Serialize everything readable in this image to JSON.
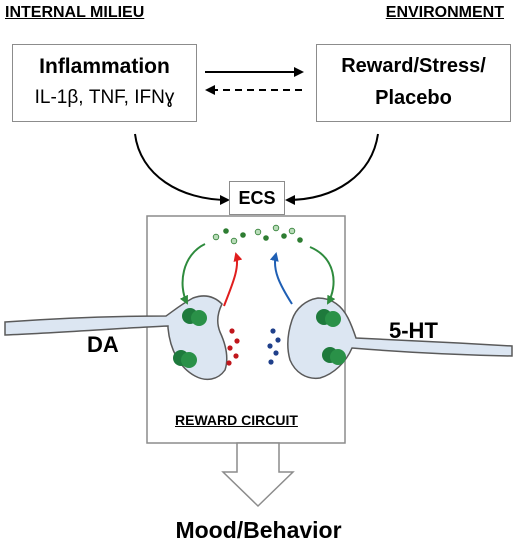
{
  "headers": {
    "left": "INTERNAL MILIEU",
    "right": "ENVIRONMENT"
  },
  "inflammation_box": {
    "title": "Inflammation",
    "subtitle": "IL-1β, TNF, IFNɣ"
  },
  "environment_box": {
    "line1": "Reward/Stress/",
    "line2": "Placebo"
  },
  "ecs_box": {
    "label": "ECS"
  },
  "neurons": {
    "left_label": "DA",
    "right_label": "5-HT"
  },
  "circuit": {
    "label": "REWARD CIRCUIT"
  },
  "output": {
    "label": "Mood/Behavior"
  },
  "colors": {
    "box_border": "#8c8c8c",
    "neuron_fill": "#dce6f2",
    "neuron_stroke": "#5a5a5a",
    "receptor_green": "#1e7a3c",
    "arrow_green": "#2e8b3d",
    "arrow_red": "#e01e1e",
    "arrow_blue": "#1f5fb4",
    "dot_red": "#c0161c",
    "dot_blue": "#1f3f8a"
  }
}
